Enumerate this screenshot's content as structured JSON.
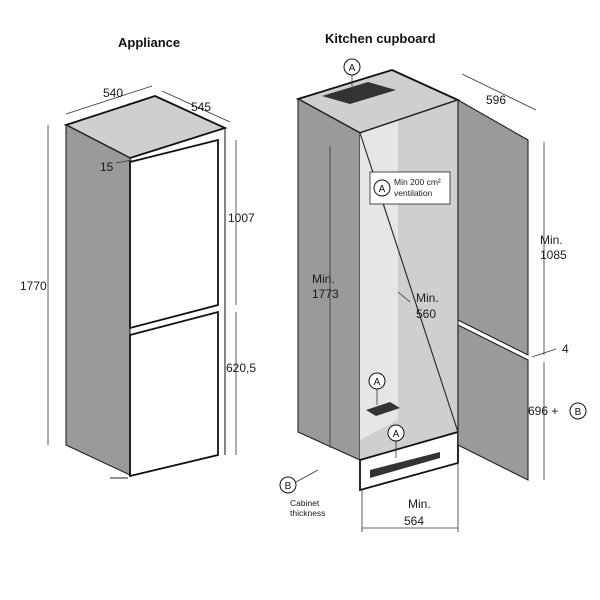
{
  "titles": {
    "appliance": "Appliance",
    "cupboard": "Kitchen cupboard"
  },
  "appliance_dims": {
    "width": "540",
    "depth": "545",
    "height": "1770",
    "upper": "1007",
    "lower": "620,5",
    "gap": "15"
  },
  "cupboard_dims": {
    "width": "596",
    "min_height_label": "Min.",
    "min_height_value": "1773",
    "inner_depth_label": "Min.",
    "inner_depth_value": "560",
    "door_upper_label": "Min.",
    "door_upper_value": "1085",
    "door_gap": "4",
    "door_lower": "696 +",
    "bottom_width_label": "Min.",
    "bottom_width_value": "564"
  },
  "ventilation": {
    "line1": "Min 200 cm²",
    "line2": "ventilation"
  },
  "markers": {
    "a": "A",
    "b": "B"
  },
  "cabinet_note": {
    "line1": "Cabinet",
    "line2": "thickness"
  }
}
